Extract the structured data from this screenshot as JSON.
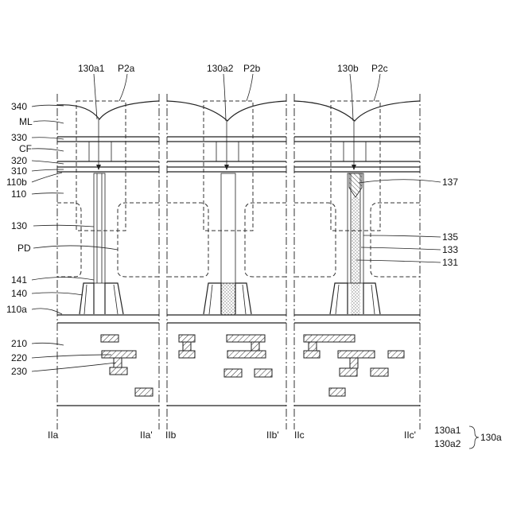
{
  "figure": {
    "panels": [
      {
        "id": "a",
        "top_labels": [
          "130a1",
          "P2a"
        ],
        "bottom_left": "IIa",
        "bottom_right": "IIa'"
      },
      {
        "id": "b",
        "top_labels": [
          "130a2",
          "P2b"
        ],
        "bottom_left": "IIb",
        "bottom_right": "IIb'"
      },
      {
        "id": "c",
        "top_labels": [
          "130b",
          "P2c"
        ],
        "bottom_left": "IIc",
        "bottom_right": "IIc'"
      }
    ],
    "left_labels": [
      "340",
      "ML",
      "330",
      "CF",
      "320",
      "310",
      "110b",
      "110",
      "130",
      "PD",
      "141",
      "140",
      "110a",
      "210",
      "220",
      "230"
    ],
    "right_labels": [
      "137",
      "135",
      "133",
      "131"
    ],
    "legend_items": [
      "130a1",
      "130a2"
    ],
    "legend_group": "130a"
  }
}
